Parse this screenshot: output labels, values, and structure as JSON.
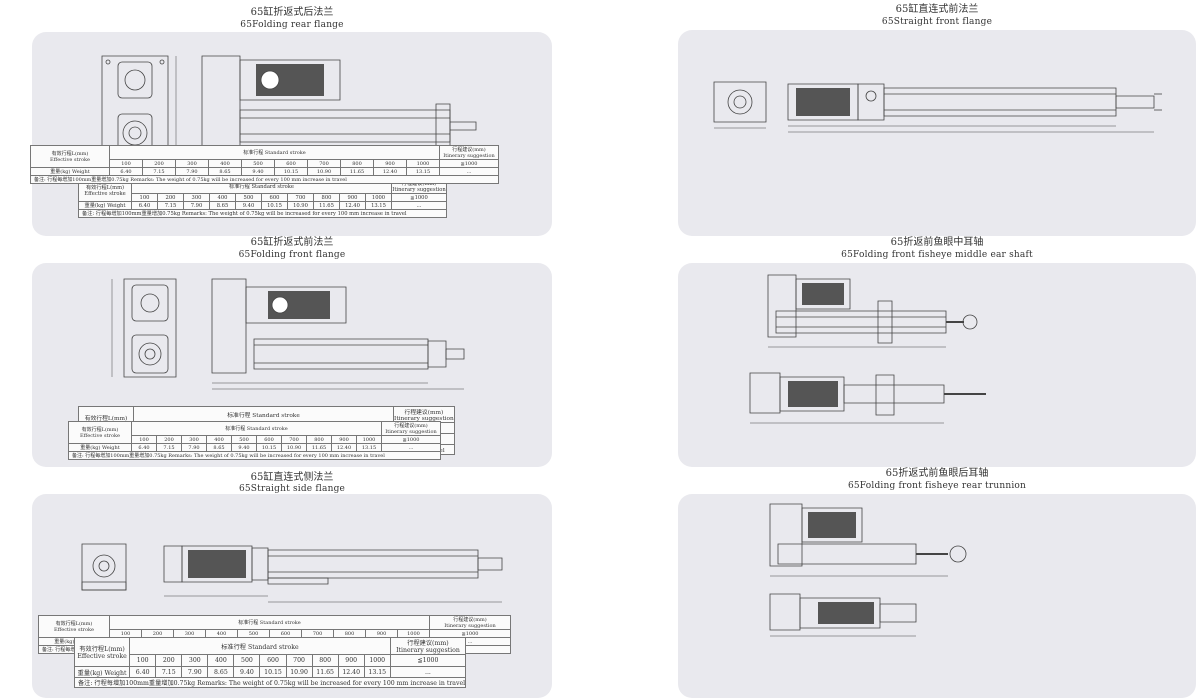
{
  "panels": [
    {
      "id": "p1",
      "title_cn": "65缸折返式后法兰",
      "title_en": "65Folding rear flange"
    },
    {
      "id": "p2",
      "title_cn": "65缸直连式前法兰",
      "title_en": "65Straight front flange"
    },
    {
      "id": "p3",
      "title_cn": "65缸折返式前法兰",
      "title_en": "65Folding front flange"
    },
    {
      "id": "p4",
      "title_cn": "65折返前鱼眼中耳轴",
      "title_en": "65Folding front fisheye middle ear shaft"
    },
    {
      "id": "p5",
      "title_cn": "65缸直连式侧法兰",
      "title_en": "65Straight side flange"
    },
    {
      "id": "p6",
      "title_cn": "65折返式前鱼眼后耳轴",
      "title_en": "65Folding front fisheye rear trunnion"
    }
  ],
  "spec_table": {
    "effective_stroke_cn": "有效行程L(mm)",
    "effective_stroke_en": "Effective stroke",
    "standard_stroke": "标准行程  Standard stroke",
    "itinerary_cn": "行程建议(mm)",
    "itinerary_en": "Itinerary suggestion",
    "weight_label": "重量(kg) Weight",
    "strokes": [
      "100",
      "200",
      "300",
      "400",
      "500",
      "600",
      "700",
      "800",
      "900",
      "1000"
    ],
    "weights": [
      "6.40",
      "7.15",
      "7.90",
      "8.65",
      "9.40",
      "10.15",
      "10.90",
      "11.65",
      "12.40",
      "13.15"
    ],
    "itinerary_value": "≦1000",
    "itinerary_dots": "...",
    "note": "备注: 行程每增加100mm重量增加0.75kg   Remarks: The weight of 0.75kg will be increased for every 100 mm increase in travel"
  }
}
